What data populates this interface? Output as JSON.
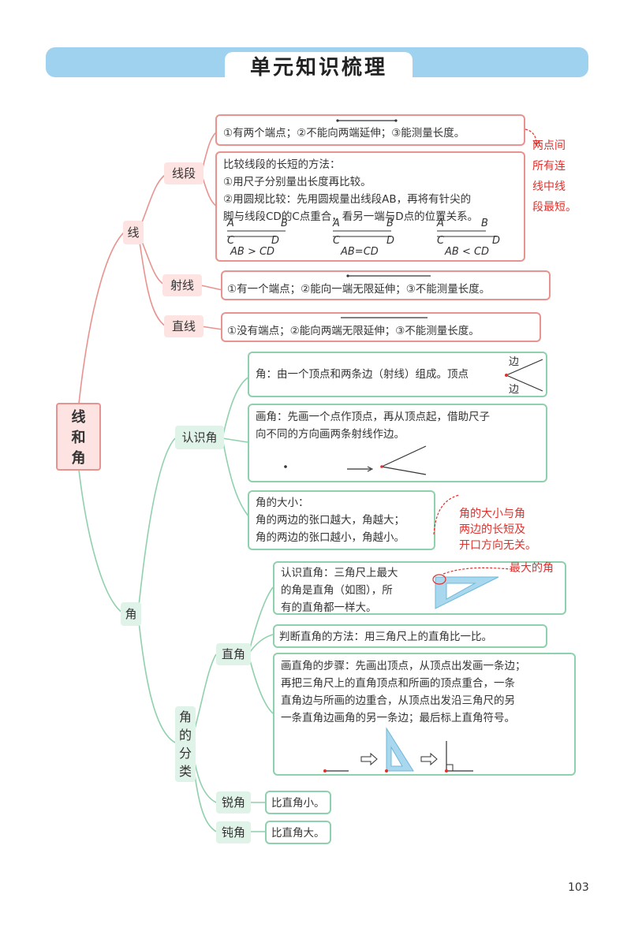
{
  "header": {
    "title": "单元知识梳理"
  },
  "root": {
    "label_lines": [
      "线",
      "和",
      "角"
    ]
  },
  "line": {
    "label": "线",
    "segment": {
      "label": "线段",
      "props": "①有两个端点；②不能向两端延伸；③能测量长度。",
      "compare_title": "比较线段的长短的方法：",
      "compare_lines": [
        "①用尺子分别量出长度再比较。",
        "②用圆规比较：先用圆规量出线段AB，再将有针尖的",
        "脚与线段CD的C点重合，看另一端与D点的位置关系。"
      ],
      "figures": [
        {
          "a": "A",
          "b": "B",
          "c": "C",
          "d": "D",
          "relation": "AB > CD"
        },
        {
          "a": "A",
          "b": "B",
          "c": "C",
          "d": "D",
          "relation": "AB=CD"
        },
        {
          "a": "A",
          "b": "B",
          "c": "C",
          "d": "D",
          "relation": "AB < CD"
        }
      ],
      "note_lines": [
        "两点间",
        "所有连",
        "线中线",
        "段最短。"
      ]
    },
    "ray": {
      "label": "射线",
      "props": "①有一个端点；②能向一端无限延伸；③不能测量长度。"
    },
    "straight": {
      "label": "直线",
      "props": "①没有端点；②能向两端无限延伸；③不能测量长度。"
    }
  },
  "angle": {
    "label": "角",
    "know": {
      "label": "认识角",
      "def": "角：由一个顶点和两条边（射线）组成。顶点",
      "fig_labels": {
        "side_top": "边",
        "side_bottom": "边"
      },
      "draw_lines": [
        "画角：先画一个点作顶点，再从顶点起，借助尺子",
        "向不同的方向画两条射线作边。"
      ],
      "size_lines": [
        "角的大小：",
        "角的两边的张口越大，角越大；",
        "角的两边的张口越小，角越小。"
      ],
      "size_note_lines": [
        "角的大小与角",
        "两边的长短及",
        "开口方向无关。"
      ]
    },
    "classify": {
      "label_lines": [
        "角",
        "的",
        "分",
        "类"
      ],
      "right": {
        "label": "直角",
        "know_lines": [
          "认识直角：三角尺上最大",
          "的角是直角（如图），所",
          "有的直角都一样大。"
        ],
        "max_label": "最大的角",
        "judge": "判断直角的方法：用三角尺上的直角比一比。",
        "steps_lines": [
          "画直角的步骤：先画出顶点，从顶点出发画一条边；",
          "再把三角尺上的直角顶点和所画的顶点重合，一条",
          "直角边与所画的边重合，从顶点出发沿三角尺的另",
          "一条直角边画角的另一条边；最后标上直角符号。"
        ]
      },
      "acute": {
        "label": "锐角",
        "desc": "比直角小。"
      },
      "obtuse": {
        "label": "钝角",
        "desc": "比直角大。"
      }
    }
  },
  "page_number": "103",
  "colors": {
    "banner": "#9fd2ef",
    "pink_line": "#e8938f",
    "green_line": "#8fd0ad",
    "note_red": "#e0302c"
  }
}
